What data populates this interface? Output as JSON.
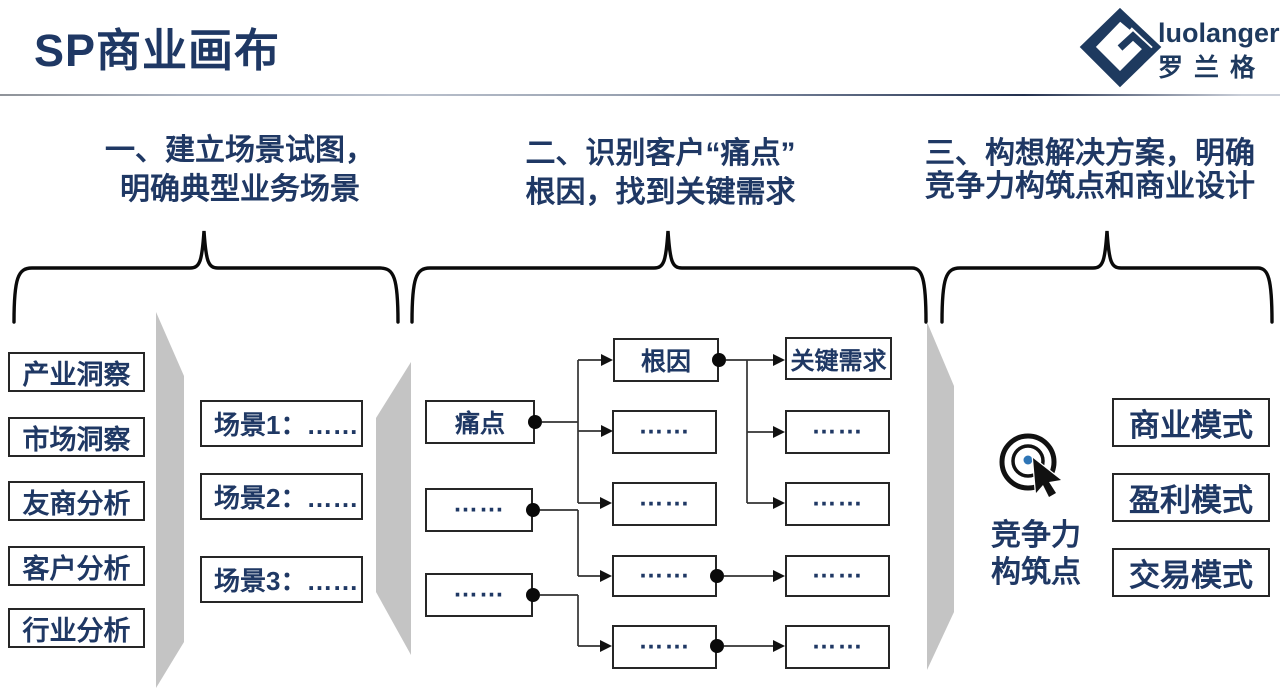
{
  "header": {
    "title": "SP商业画布",
    "logo": {
      "brand_en": "luolanger",
      "brand_cn": "罗兰格"
    }
  },
  "colors": {
    "navy_text": "#1F3864",
    "box_border": "#262626",
    "chevron_gray": "#C4C4C4",
    "connector": "#333333",
    "accent_blue": "#2E75B6"
  },
  "steps": [
    {
      "line1": "一、建立场景试图，",
      "line2": "明确典型业务场景"
    },
    {
      "line1": "二、识别客户“痛点”",
      "line2": "根因，找到关键需求"
    },
    {
      "line1": "三、构想解决方案，明确",
      "line2": "竞争力构筑点和商业设计"
    }
  ],
  "analysis_boxes": [
    "产业洞察",
    "市场洞察",
    "友商分析",
    "客户分析",
    "行业分析"
  ],
  "scenario_boxes": [
    "场景1：……",
    "场景2：……",
    "场景3：……"
  ],
  "flow": {
    "pain_column": [
      "痛点",
      "……",
      "……"
    ],
    "root_cause_column": [
      "根因",
      "……",
      "……",
      "……",
      "……"
    ],
    "key_need_column": [
      "关键需求",
      "……",
      "……",
      "……",
      "……"
    ]
  },
  "competitiveness": {
    "line1": "竞争力",
    "line2": "构筑点"
  },
  "model_boxes": [
    "商业模式",
    "盈利模式",
    "交易模式"
  ]
}
